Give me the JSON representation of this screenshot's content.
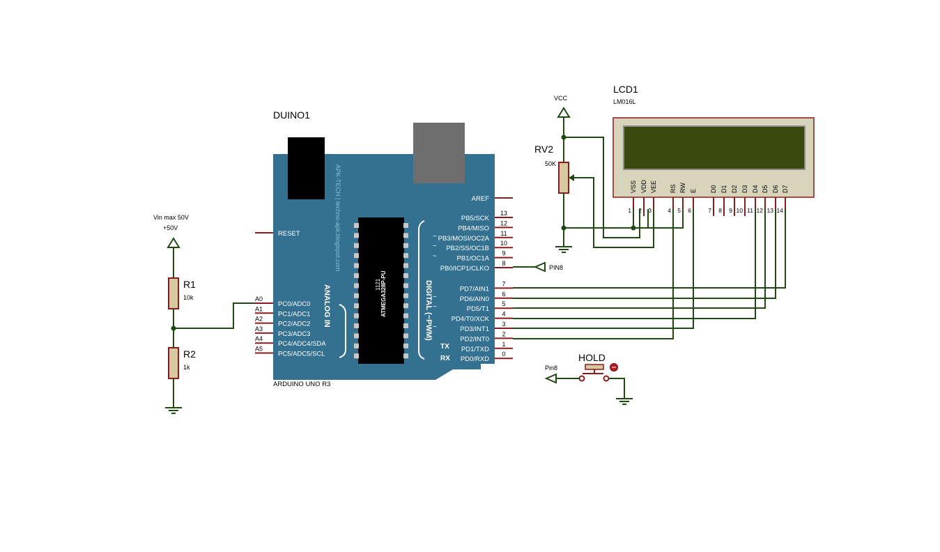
{
  "labels": {
    "duino_ref": "DUINO1",
    "duino_model": "ARDUINO UNO R3",
    "lcd_ref": "LCD1",
    "lcd_model": "LM016L",
    "rv2_ref": "RV2",
    "rv2_value": "50K",
    "vcc": "VCC",
    "vin_max": "Vin max 50V",
    "vin_plus": "+50V",
    "r1_ref": "R1",
    "r1_value": "10k",
    "r2_ref": "R2",
    "r2_value": "1k",
    "hold": "HOLD",
    "pin8_a": "PIN8",
    "pin8_b": "Pin8",
    "reset": "RESET",
    "aref": "AREF",
    "analog_in": "ANALOG IN",
    "digital": "DIGITAL (~PWM)",
    "chip_name": "ATMEGA328P-PU",
    "chip_num": "1121",
    "watermark": "APK-TECH | techno-apk.blogspot.com",
    "tx": "TX",
    "rx": "RX"
  },
  "analog_pins": [
    {
      "num": "A0",
      "name": "PC0/ADC0"
    },
    {
      "num": "A1",
      "name": "PC1/ADC1"
    },
    {
      "num": "A2",
      "name": "PC2/ADC2"
    },
    {
      "num": "A3",
      "name": "PC3/ADC3"
    },
    {
      "num": "A4",
      "name": "PC4/ADC4/SDA"
    },
    {
      "num": "A5",
      "name": "PC5/ADC5/SCL"
    }
  ],
  "digital_pins": [
    {
      "num": "13",
      "name": "PB5/SCK",
      "pwm": false
    },
    {
      "num": "12",
      "name": "PB4/MISO",
      "pwm": false
    },
    {
      "num": "11",
      "name": "PB3/MOSI/OC2A",
      "pwm": true
    },
    {
      "num": "10",
      "name": "PB2/SS/OC1B",
      "pwm": true
    },
    {
      "num": "9",
      "name": "PB1/OC1A",
      "pwm": true
    },
    {
      "num": "8",
      "name": "PB0/ICP1/CLKO",
      "pwm": false
    },
    {
      "num": "7",
      "name": "PD7/AIN1",
      "pwm": false
    },
    {
      "num": "6",
      "name": "PD6/AIN0",
      "pwm": true
    },
    {
      "num": "5",
      "name": "PD5/T1",
      "pwm": true
    },
    {
      "num": "4",
      "name": "PD4/T0/XCK",
      "pwm": false
    },
    {
      "num": "3",
      "name": "PD3/INT1",
      "pwm": true
    },
    {
      "num": "2",
      "name": "PD2/INT0",
      "pwm": false
    },
    {
      "num": "1",
      "name": "PD1/TXD",
      "pwm": false
    },
    {
      "num": "0",
      "name": "PD0/RXD",
      "pwm": false
    }
  ],
  "pwm_mark": "~",
  "lcd_pins": [
    {
      "name": "VSS",
      "num": "1"
    },
    {
      "name": "VDD",
      "num": "2"
    },
    {
      "name": "VEE",
      "num": "3"
    },
    {
      "name": "RS",
      "num": "4"
    },
    {
      "name": "RW",
      "num": "5"
    },
    {
      "name": "E",
      "num": "6"
    },
    {
      "name": "D0",
      "num": "7"
    },
    {
      "name": "D1",
      "num": "8"
    },
    {
      "name": "D2",
      "num": "9"
    },
    {
      "name": "D3",
      "num": "10"
    },
    {
      "name": "D4",
      "num": "11"
    },
    {
      "name": "D5",
      "num": "12"
    },
    {
      "name": "D6",
      "num": "13"
    },
    {
      "name": "D7",
      "num": "14"
    }
  ],
  "colors": {
    "board": "#34708f",
    "lcd_screen": "#3a4a0e",
    "lcd_body": "#d8d4bc",
    "wire": "#1e4a12",
    "pin": "#8b1a1a"
  }
}
